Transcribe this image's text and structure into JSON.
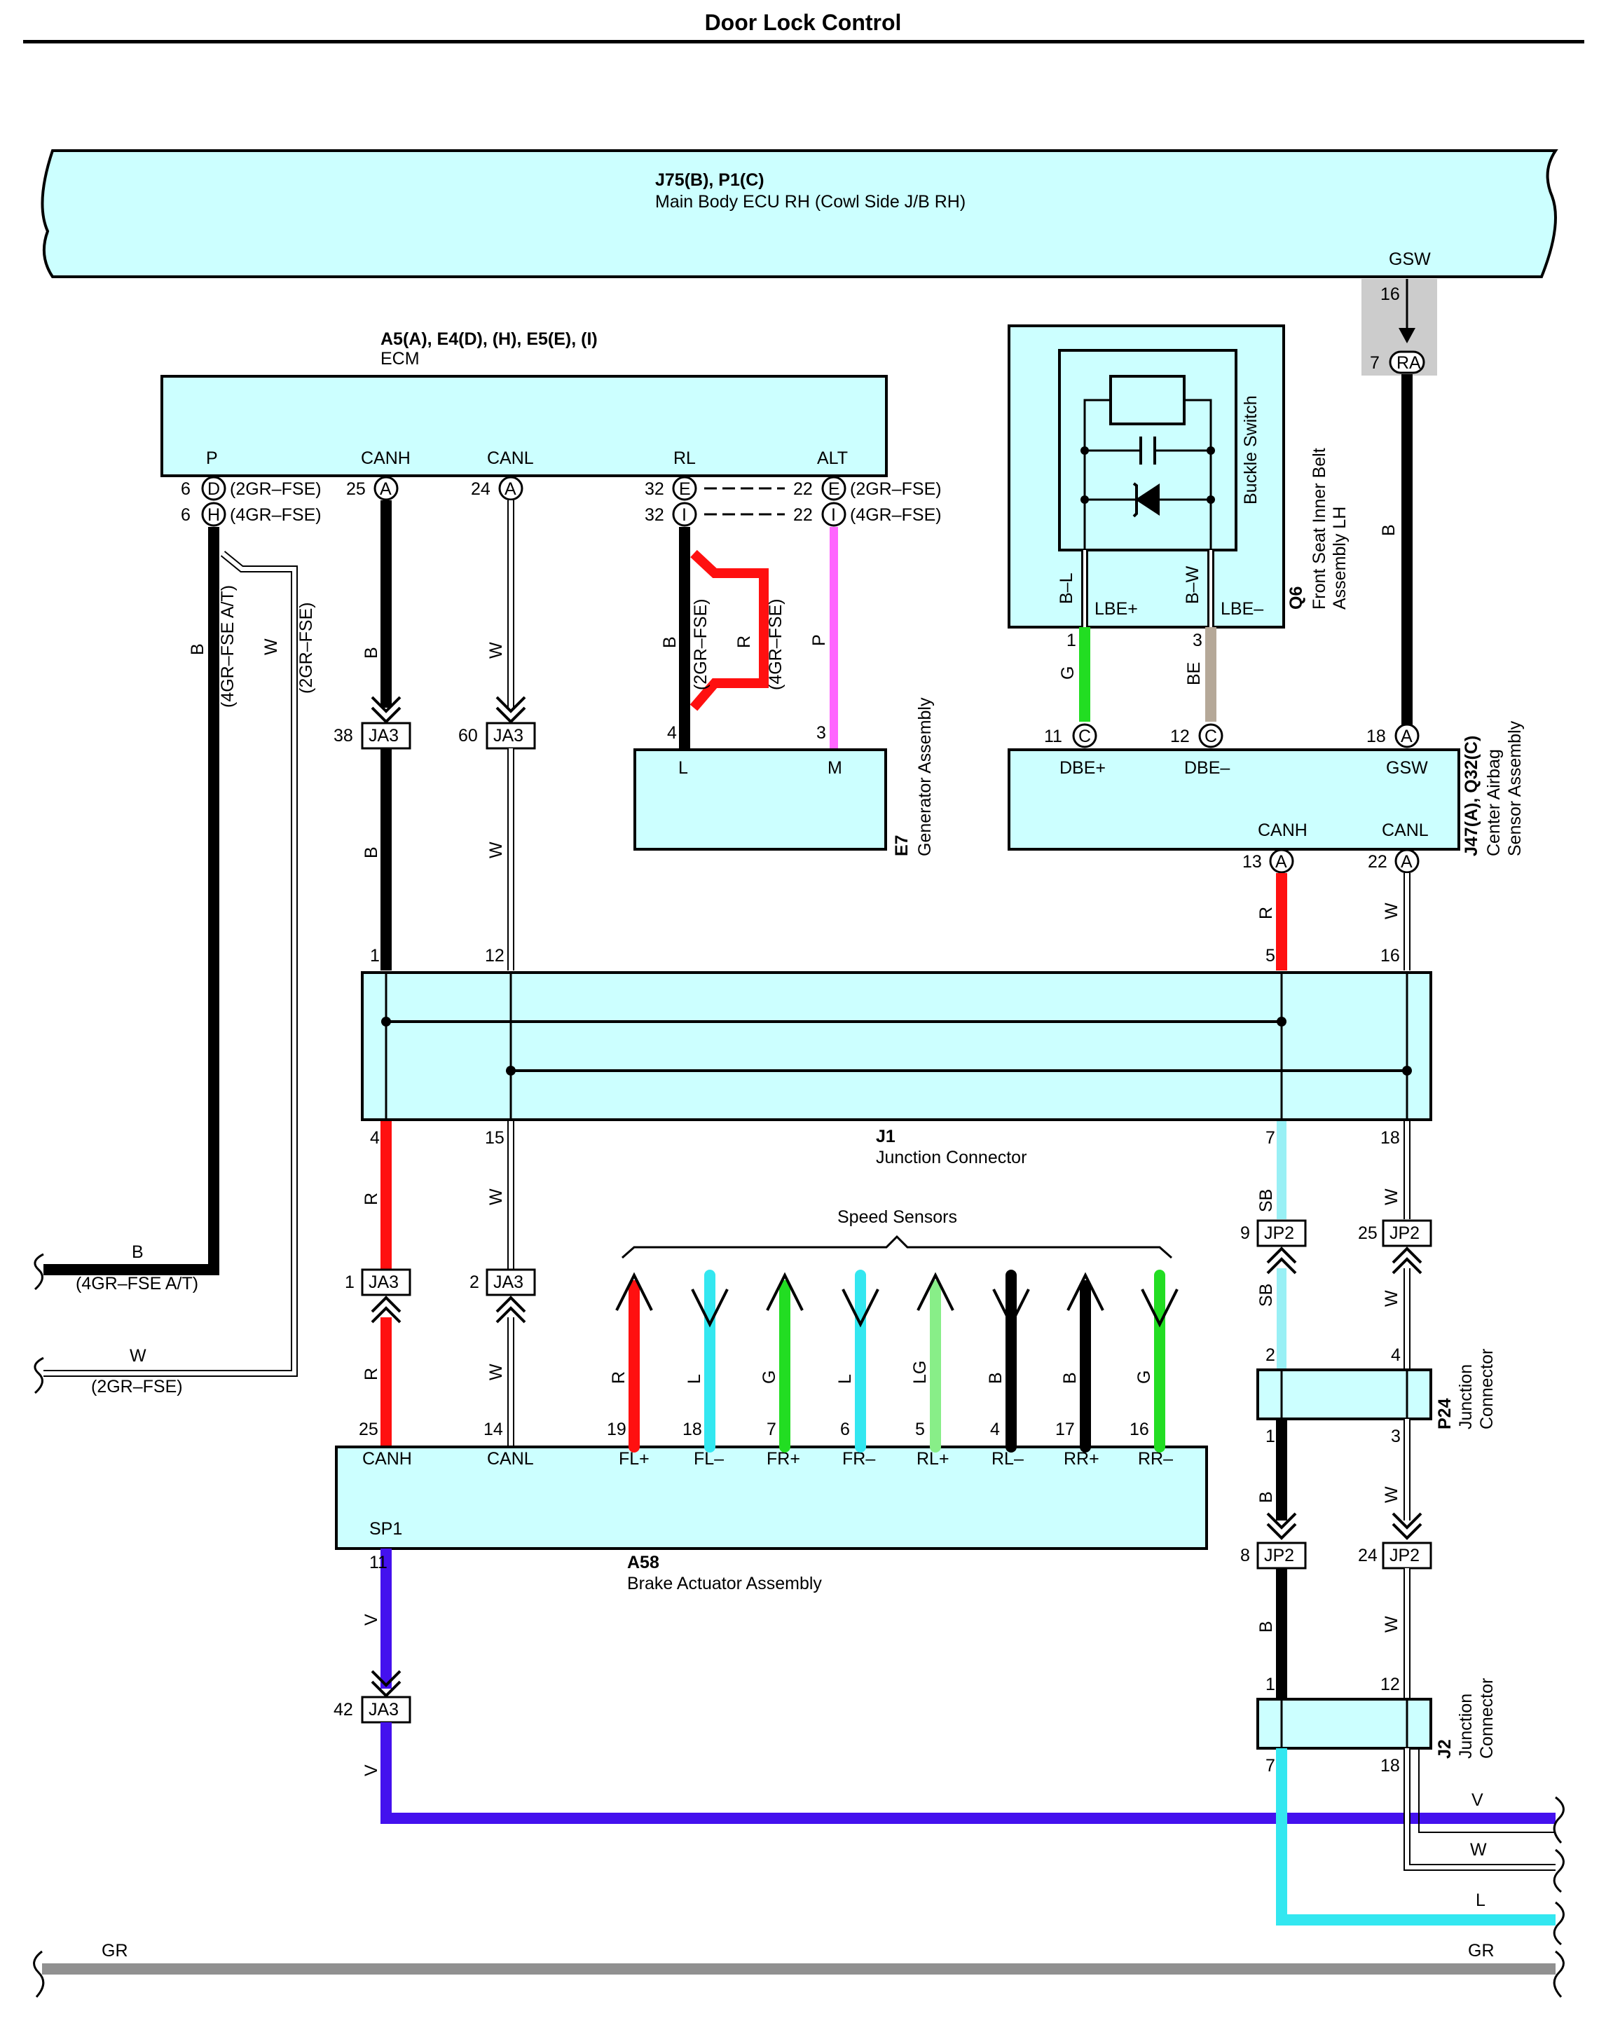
{
  "title": "Door Lock Control",
  "colors": {
    "box_fill": "#ccffff",
    "red": "#ff1010",
    "black": "#000000",
    "white_wire": "#ffffff",
    "light_blue": "#33e7f0",
    "sky_blue": "#99f0f5",
    "green": "#22dd22",
    "light_green": "#88ee88",
    "pink": "#ff66ff",
    "beige": "#b5a898",
    "violet": "#4411ee",
    "gray": "#909090"
  },
  "components": {
    "main_body_ecu": {
      "id": "J75(B), P1(C)",
      "name": "Main Body ECU RH (Cowl Side J/B RH)",
      "pin_label": "GSW",
      "pin": "16"
    },
    "ecm": {
      "id": "A5(A), E4(D), (H), E5(E), (I)",
      "name": "ECM",
      "pins": [
        "P",
        "CANH",
        "CANL",
        "RL",
        "ALT"
      ]
    },
    "generator": {
      "id": "E7",
      "name": "Generator Assembly",
      "pins": [
        "L",
        "M"
      ]
    },
    "seat_belt": {
      "id": "Q6",
      "name_line1": "Front Seat Inner Belt",
      "name_line2": "Assembly LH",
      "switch": "Buckle Switch",
      "pins": [
        "LBE+",
        "LBE–"
      ],
      "wires": [
        "B–L",
        "B–W"
      ]
    },
    "airbag": {
      "id": "J47(A), Q32(C)",
      "name_line1": "Center Airbag",
      "name_line2": "Sensor Assembly",
      "pins": [
        "DBE+",
        "DBE–",
        "GSW",
        "CANH",
        "CANL"
      ]
    },
    "j1": {
      "id": "J1",
      "name": "Junction Connector"
    },
    "p24": {
      "id": "P24",
      "name_line1": "Junction",
      "name_line2": "Connector"
    },
    "j2": {
      "id": "J2",
      "name_line1": "Junction",
      "name_line2": "Connector"
    },
    "brake": {
      "id": "A58",
      "name": "Brake Actuator Assembly",
      "pins": [
        "CANH",
        "CANL",
        "FL+",
        "FL–",
        "FR+",
        "FR–",
        "RL+",
        "RL–",
        "RR+",
        "RR–"
      ],
      "pin_sp1": "SP1"
    },
    "speed_sensors": "Speed Sensors"
  },
  "connectors": {
    "ra": "RA",
    "ja3": "JA3",
    "jp2": "JP2",
    "a": "A",
    "c": "C",
    "d": "D",
    "h": "H",
    "e": "E",
    "i": "I"
  },
  "notes": {
    "gr2": "(2GR–FSE)",
    "gr4": "(4GR–FSE)",
    "gr4at": "(4GR–FSE A/T)"
  },
  "pin_numbers": {
    "ecu_gsw": "16",
    "ra": "7",
    "ecm_p": "6",
    "ecm_canh": "25",
    "ecm_canl": "24",
    "ecm_rl": "32",
    "ecm_alt": "22",
    "ja3_canh": "38",
    "ja3_canl": "60",
    "gen_l": "4",
    "gen_m": "3",
    "q6_lbe_plus": "1",
    "q6_lbe_minus": "3",
    "dbe_plus": "11",
    "dbe_minus": "12",
    "gsw": "18",
    "air_canh": "13",
    "air_canl": "22",
    "j1_1": "1",
    "j1_12": "12",
    "j1_5": "5",
    "j1_16": "16",
    "j1_4": "4",
    "j1_15": "15",
    "j1_7": "7",
    "j1_18": "18",
    "ja3_r": "1",
    "ja3_w": "2",
    "jp2_sb": "9",
    "jp2_w": "25",
    "p24_2": "2",
    "p24_4": "4",
    "p24_1": "1",
    "p24_3": "3",
    "jp2_b": "8",
    "jp2_w2": "24",
    "j2_1": "1",
    "j2_12": "12",
    "j2_7": "7",
    "j2_18": "18",
    "br_canh": "25",
    "br_canl": "14",
    "br_fl_plus": "19",
    "br_fl_minus": "18",
    "br_fr_plus": "7",
    "br_fr_minus": "6",
    "br_rl_plus": "5",
    "br_rl_minus": "4",
    "br_rr_plus": "17",
    "br_rr_minus": "16",
    "br_sp1": "11",
    "ja3_v": "42"
  },
  "wire_labels": {
    "b": "B",
    "w": "W",
    "r": "R",
    "p": "P",
    "g": "G",
    "be": "BE",
    "sb": "SB",
    "l": "L",
    "lg": "LG",
    "v": "V",
    "gr": "GR"
  }
}
